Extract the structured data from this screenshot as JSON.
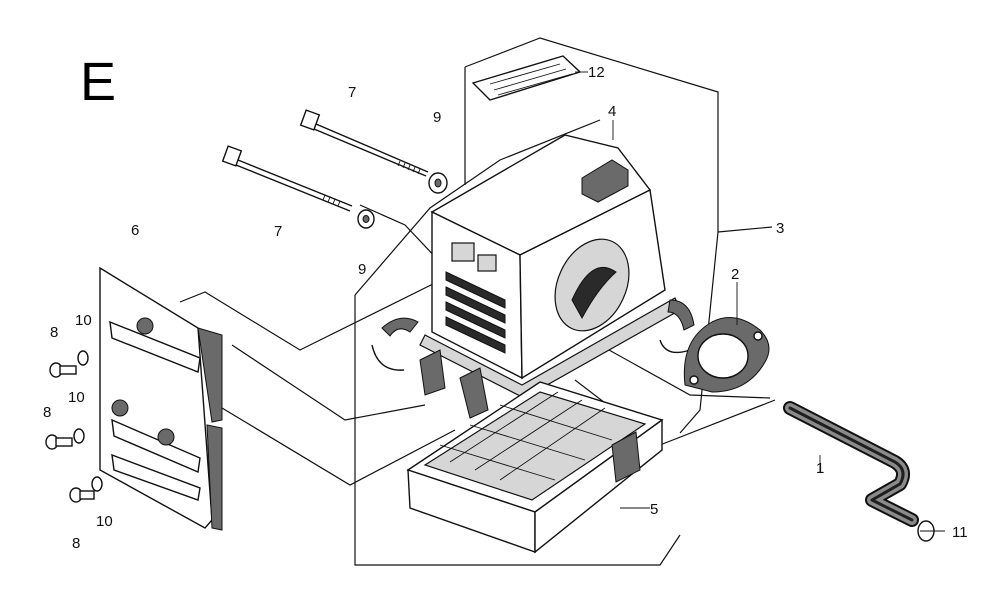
{
  "section_letter": "E",
  "callouts": [
    {
      "id": "c1",
      "text": "1"
    },
    {
      "id": "c2",
      "text": "2"
    },
    {
      "id": "c3",
      "text": "3"
    },
    {
      "id": "c4",
      "text": "4"
    },
    {
      "id": "c5",
      "text": "5"
    },
    {
      "id": "c6",
      "text": "6"
    },
    {
      "id": "c7a",
      "text": "7"
    },
    {
      "id": "c7b",
      "text": "7"
    },
    {
      "id": "c8a",
      "text": "8"
    },
    {
      "id": "c8b",
      "text": "8"
    },
    {
      "id": "c8c",
      "text": "8"
    },
    {
      "id": "c9a",
      "text": "9"
    },
    {
      "id": "c9b",
      "text": "9"
    },
    {
      "id": "c10a",
      "text": "10"
    },
    {
      "id": "c10b",
      "text": "10"
    },
    {
      "id": "c10c",
      "text": "10"
    },
    {
      "id": "c11",
      "text": "11"
    },
    {
      "id": "c12",
      "text": "12"
    }
  ],
  "colors": {
    "ink": "#111111",
    "paper": "#ffffff",
    "shade": "#6a6a6a"
  }
}
